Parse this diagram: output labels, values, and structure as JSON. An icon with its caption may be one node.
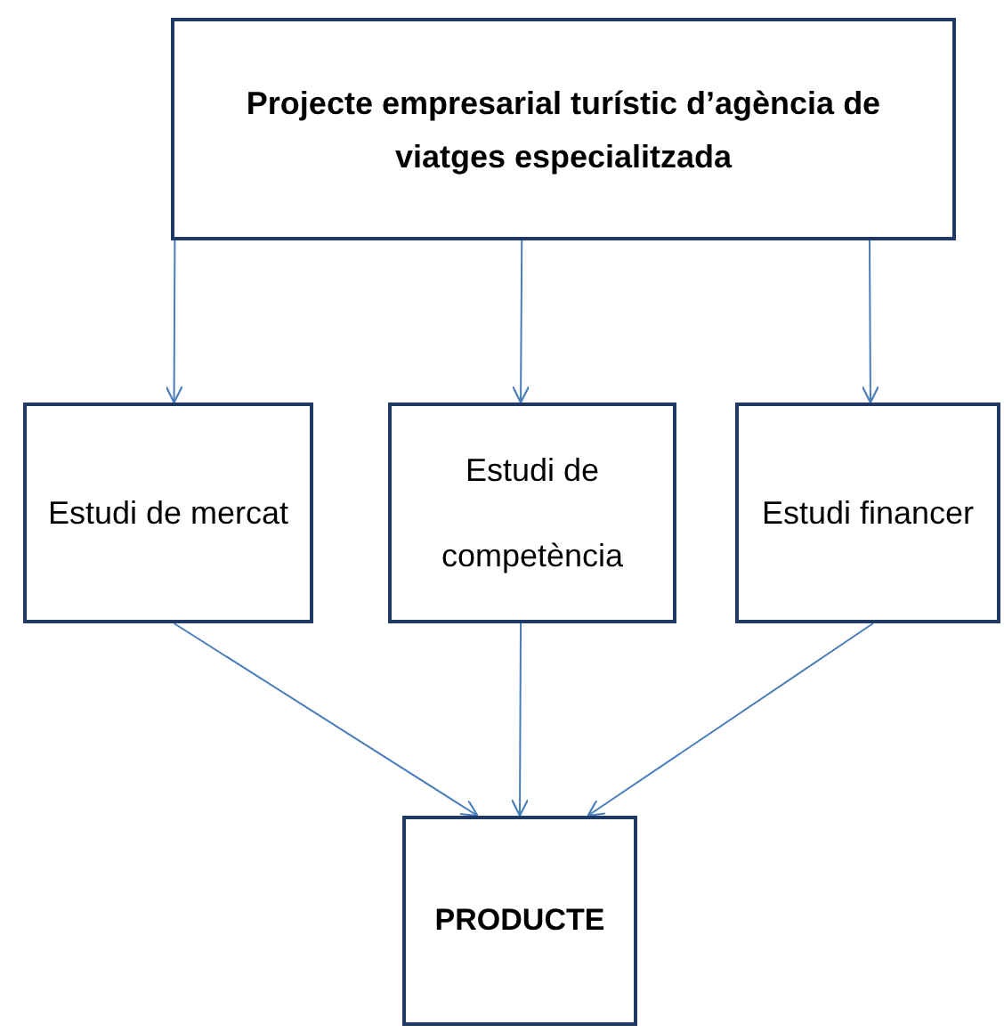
{
  "diagram": {
    "nodes": [
      {
        "text": [
          "Projecte empresarial turístic d’agència de viatges especialitzada"
        ]
      },
      {
        "text": [
          "Estudi de mercat"
        ]
      },
      {
        "text": [
          "Estudi de competència"
        ]
      },
      {
        "text": [
          "Estudi financer"
        ]
      },
      {
        "text": [
          "PRODUCTE"
        ]
      }
    ],
    "edges": [
      {
        "from": 0,
        "to": 1,
        "arrow": "to"
      },
      {
        "from": 0,
        "to": 2,
        "arrow": "to"
      },
      {
        "from": 0,
        "to": 3,
        "arrow": "to"
      },
      {
        "from": 1,
        "to": 4,
        "arrow": "to"
      },
      {
        "from": 2,
        "to": 4,
        "arrow": "to"
      },
      {
        "from": 3,
        "to": 4,
        "arrow": "to"
      }
    ]
  }
}
